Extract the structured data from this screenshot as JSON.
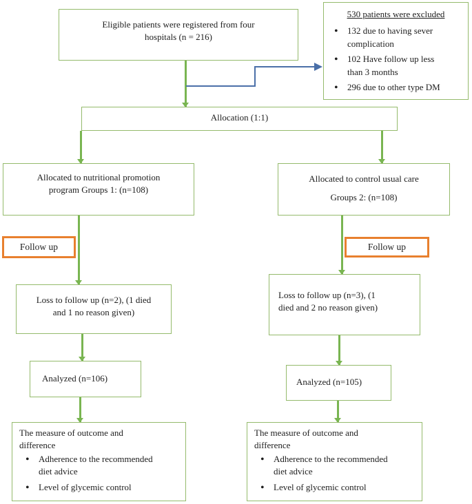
{
  "colors": {
    "box_border_green": "#94ba6b",
    "connector_green": "#79b551",
    "follow_up_orange": "#e8802e",
    "exclusion_arrow_blue": "#4a6fa8",
    "text": "#1e1e1e",
    "background": "#ffffff"
  },
  "diagram": {
    "top_box": "Eligible patients were registered from four\nhospitals (n = 216)",
    "excluded": {
      "title": "530 patients were excluded",
      "items": [
        "132 due to having sever\ncomplication",
        "102 Have follow up less\nthan 3 months",
        "296 due to other type DM"
      ]
    },
    "allocation": "Allocation (1:1)",
    "left": {
      "allocated": "Allocated to nutritional promotion\nprogram Groups 1: (n=108)",
      "follow_up": "Follow up",
      "loss": "Loss to follow up (n=2), (1 died\nand 1 no reason given)",
      "analyzed": "Analyzed (n=106)",
      "outcome_title": "The measure of outcome and\ndifference",
      "outcome_items": [
        "Adherence to the recommended\ndiet advice",
        "Level of glycemic control"
      ]
    },
    "right": {
      "allocated": "Allocated to control usual care\nGroups 2: (n=108)",
      "follow_up": "Follow up",
      "loss": "Loss to follow up (n=3), (1\ndied and 2 no reason given)",
      "analyzed": "Analyzed (n=105)",
      "outcome_title": "The measure of outcome and\ndifference",
      "outcome_items": [
        "Adherence to the recommended\ndiet advice",
        "Level of glycemic control"
      ]
    }
  }
}
